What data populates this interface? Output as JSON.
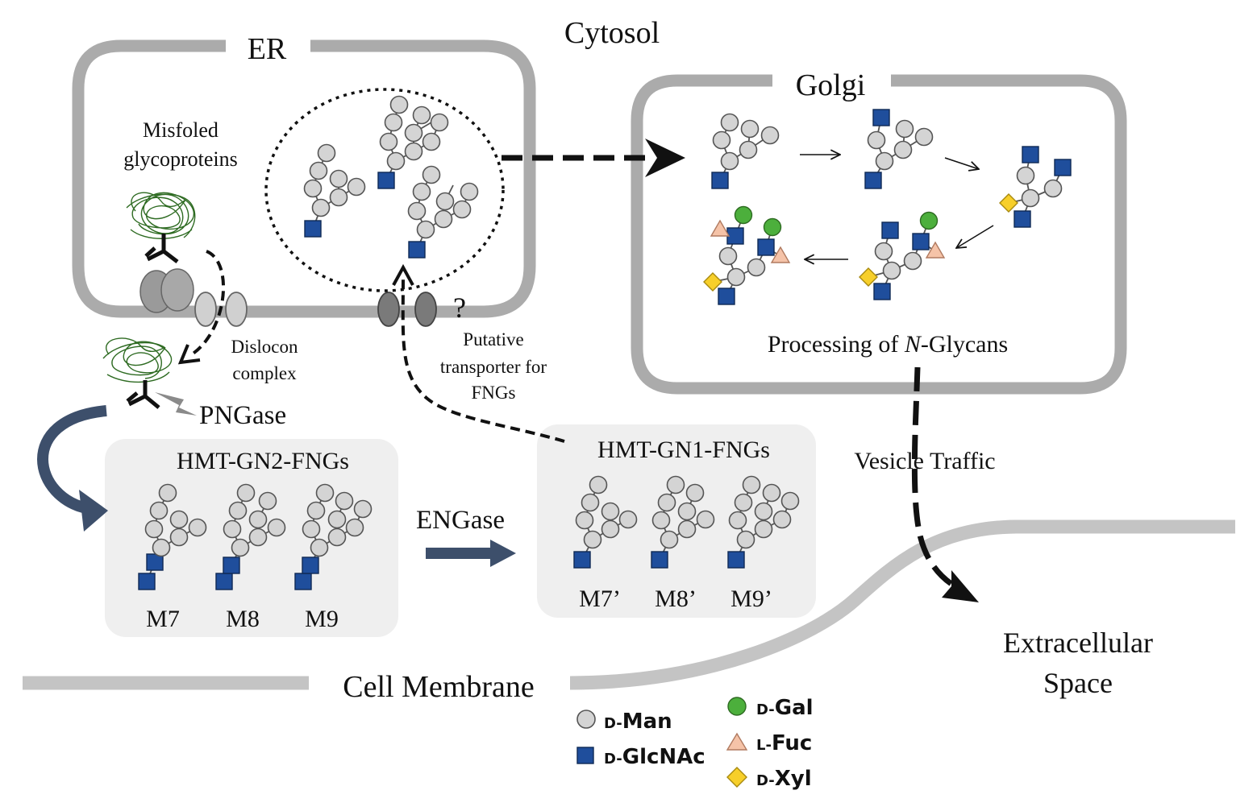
{
  "labels": {
    "er": "ER",
    "cytosol": "Cytosol",
    "golgi": "Golgi",
    "misfolded_line1": "Misfoled",
    "misfolded_line2": "glycoproteins",
    "dislocon_line1": "Dislocon",
    "dislocon_line2": "complex",
    "pngase": "PNGase",
    "transporter_line1": "Putative",
    "transporter_line2": "transporter for",
    "transporter_line3": "FNGs",
    "question_mark": "?",
    "processing_prefix": "Processing of ",
    "processing_italic": "N",
    "processing_suffix": "-Glycans",
    "hmt_gn2": "HMT-GN2-FNGs",
    "hmt_gn1": "HMT-GN1-FNGs",
    "engase": "ENGase",
    "vesicle_traffic": "Vesicle Traffic",
    "cell_membrane": "Cell Membrane",
    "extracellular_line1": "Extracellular",
    "extracellular_line2": "Space",
    "gn2_items": [
      "M7",
      "M8",
      "M9"
    ],
    "gn1_items": [
      "M7’",
      "M8’",
      "M9’"
    ]
  },
  "legend": [
    {
      "prefix": "D-",
      "name": "Man",
      "shape": "circle",
      "color": "#d4d4d4"
    },
    {
      "prefix": "D-",
      "name": "GlcNAc",
      "shape": "square",
      "color": "#1f4e9c"
    },
    {
      "prefix": "D-",
      "name": "Gal",
      "shape": "circle",
      "color": "#4caf3c"
    },
    {
      "prefix": "L-",
      "name": "Fuc",
      "shape": "triangle",
      "color": "#f5c3a8"
    },
    {
      "prefix": "D-",
      "name": "Xyl",
      "shape": "diamond",
      "color": "#f7cf2a"
    }
  ],
  "colors": {
    "membrane": "#ababab",
    "panel_fill": "#efefef",
    "flow_arrow": "#3d4f6b",
    "glycoprotein": "#2e6b22"
  }
}
